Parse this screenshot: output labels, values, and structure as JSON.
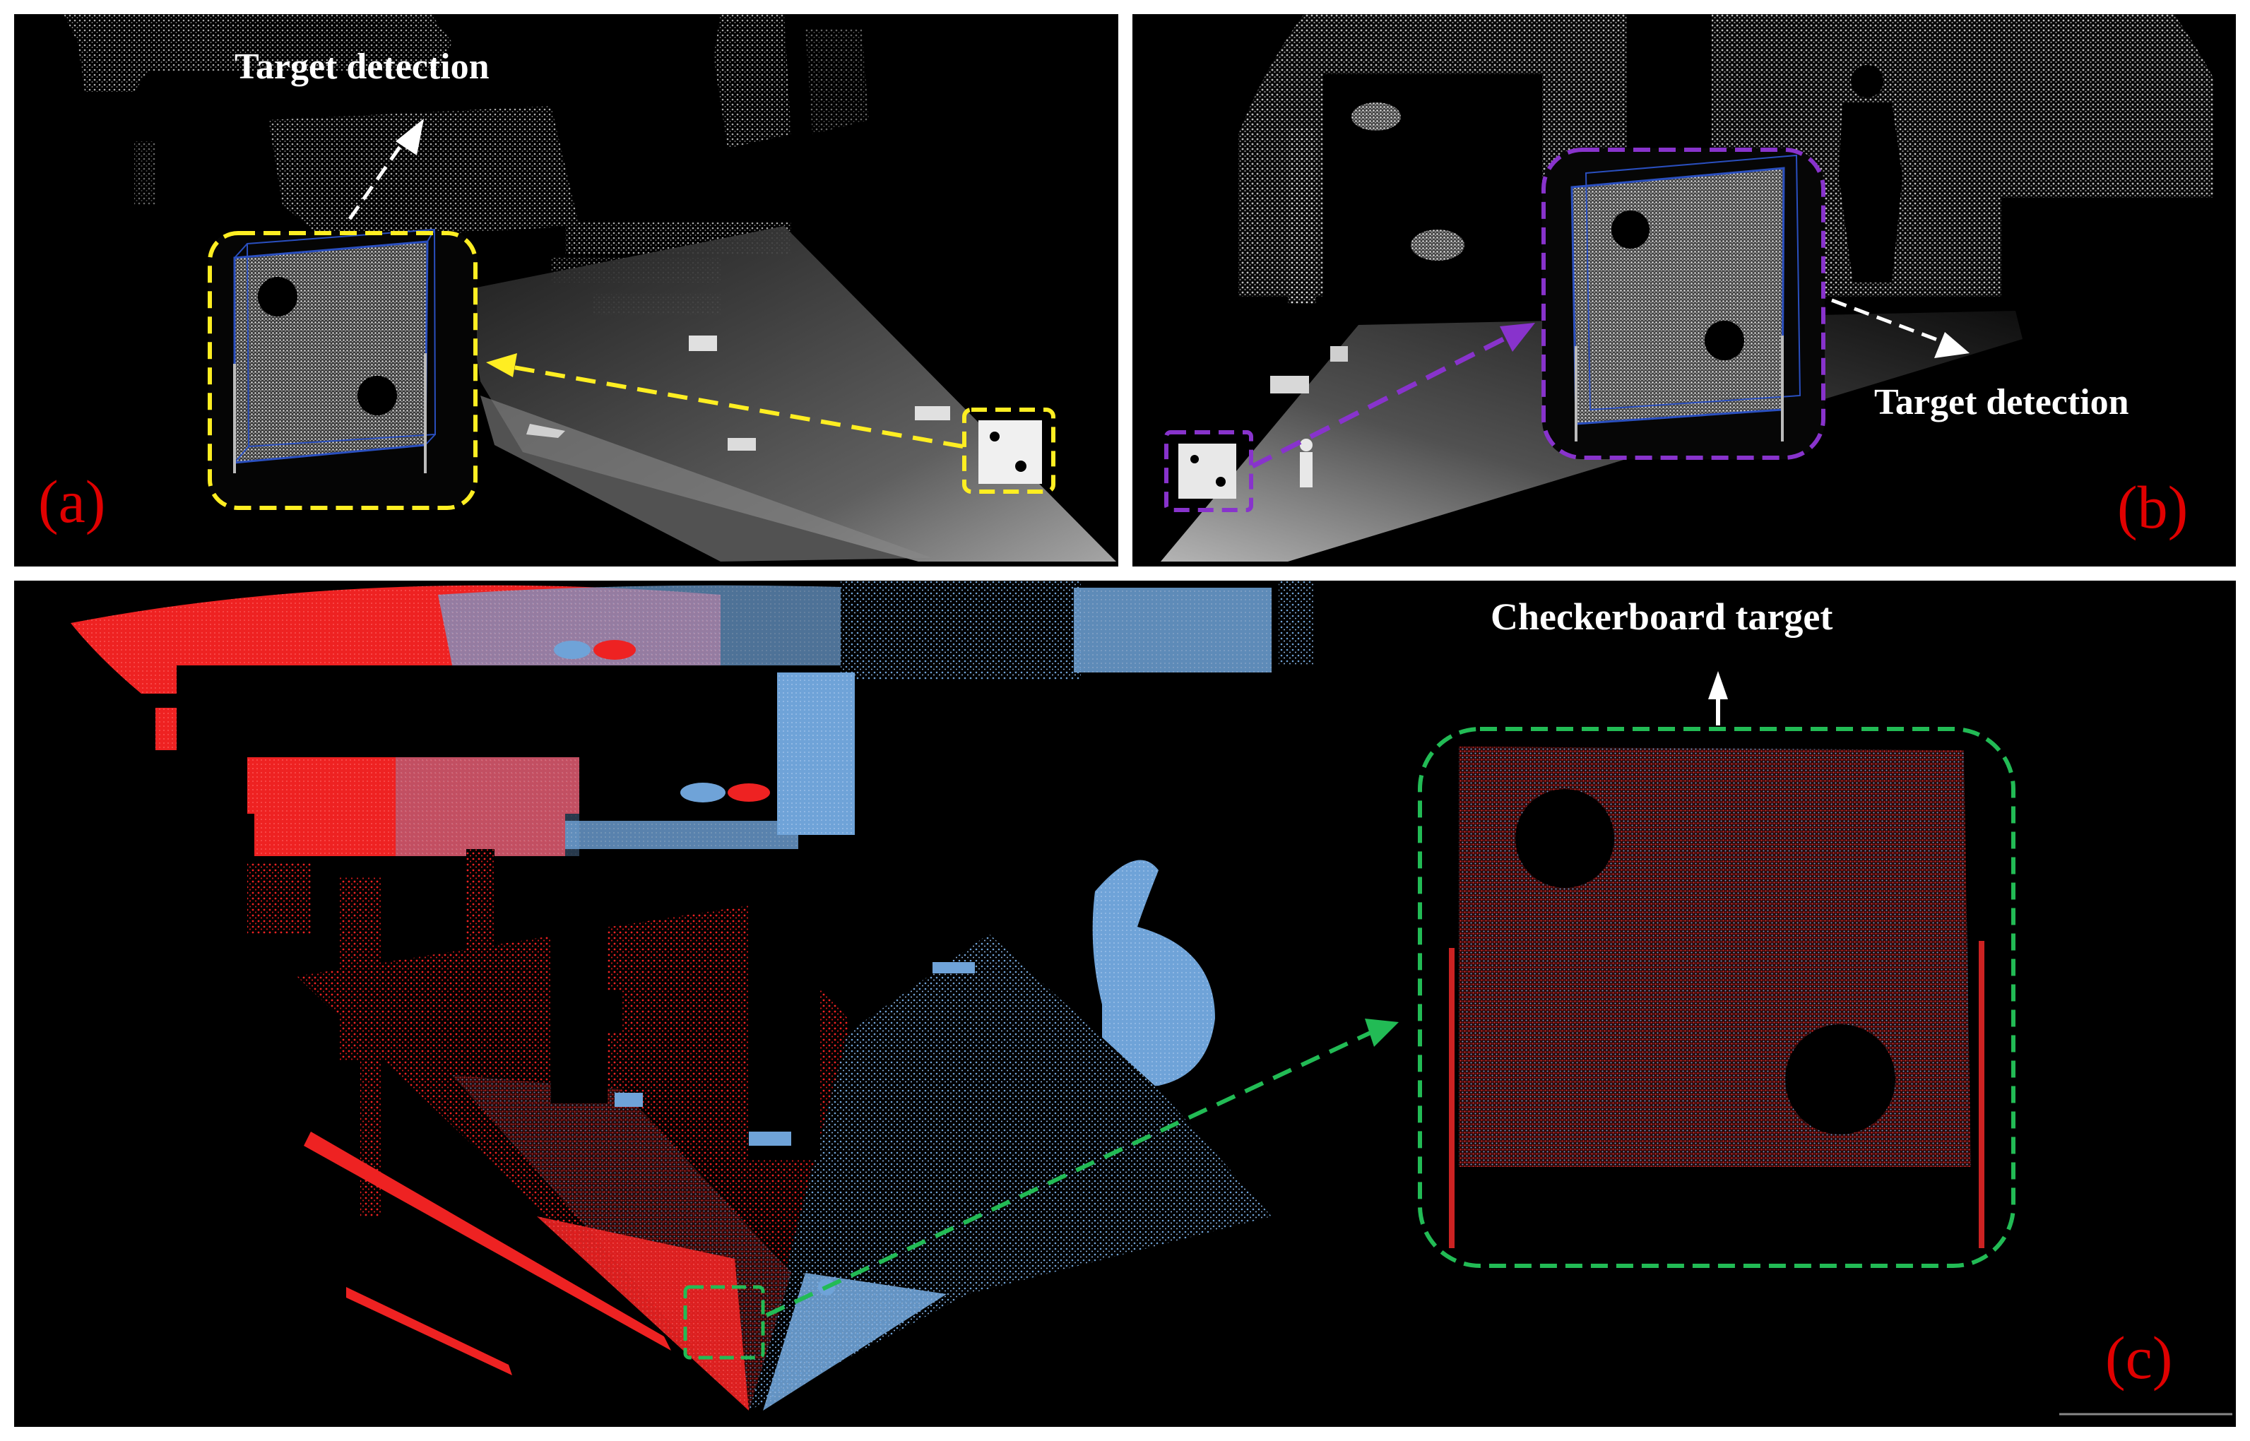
{
  "panel_a": {
    "annotation": "Target detection",
    "label": "(a)",
    "highlight_color": "#ffee22"
  },
  "panel_b": {
    "annotation": "Target detection",
    "label": "(b)",
    "highlight_color": "#8833cc"
  },
  "panel_c": {
    "annotation": "Checkerboard target",
    "label": "(c)",
    "highlight_color": "#22bb55",
    "cloud_1_color": "#ee2222",
    "cloud_2_color": "#6fa3d8"
  },
  "label_color": "#e00000"
}
